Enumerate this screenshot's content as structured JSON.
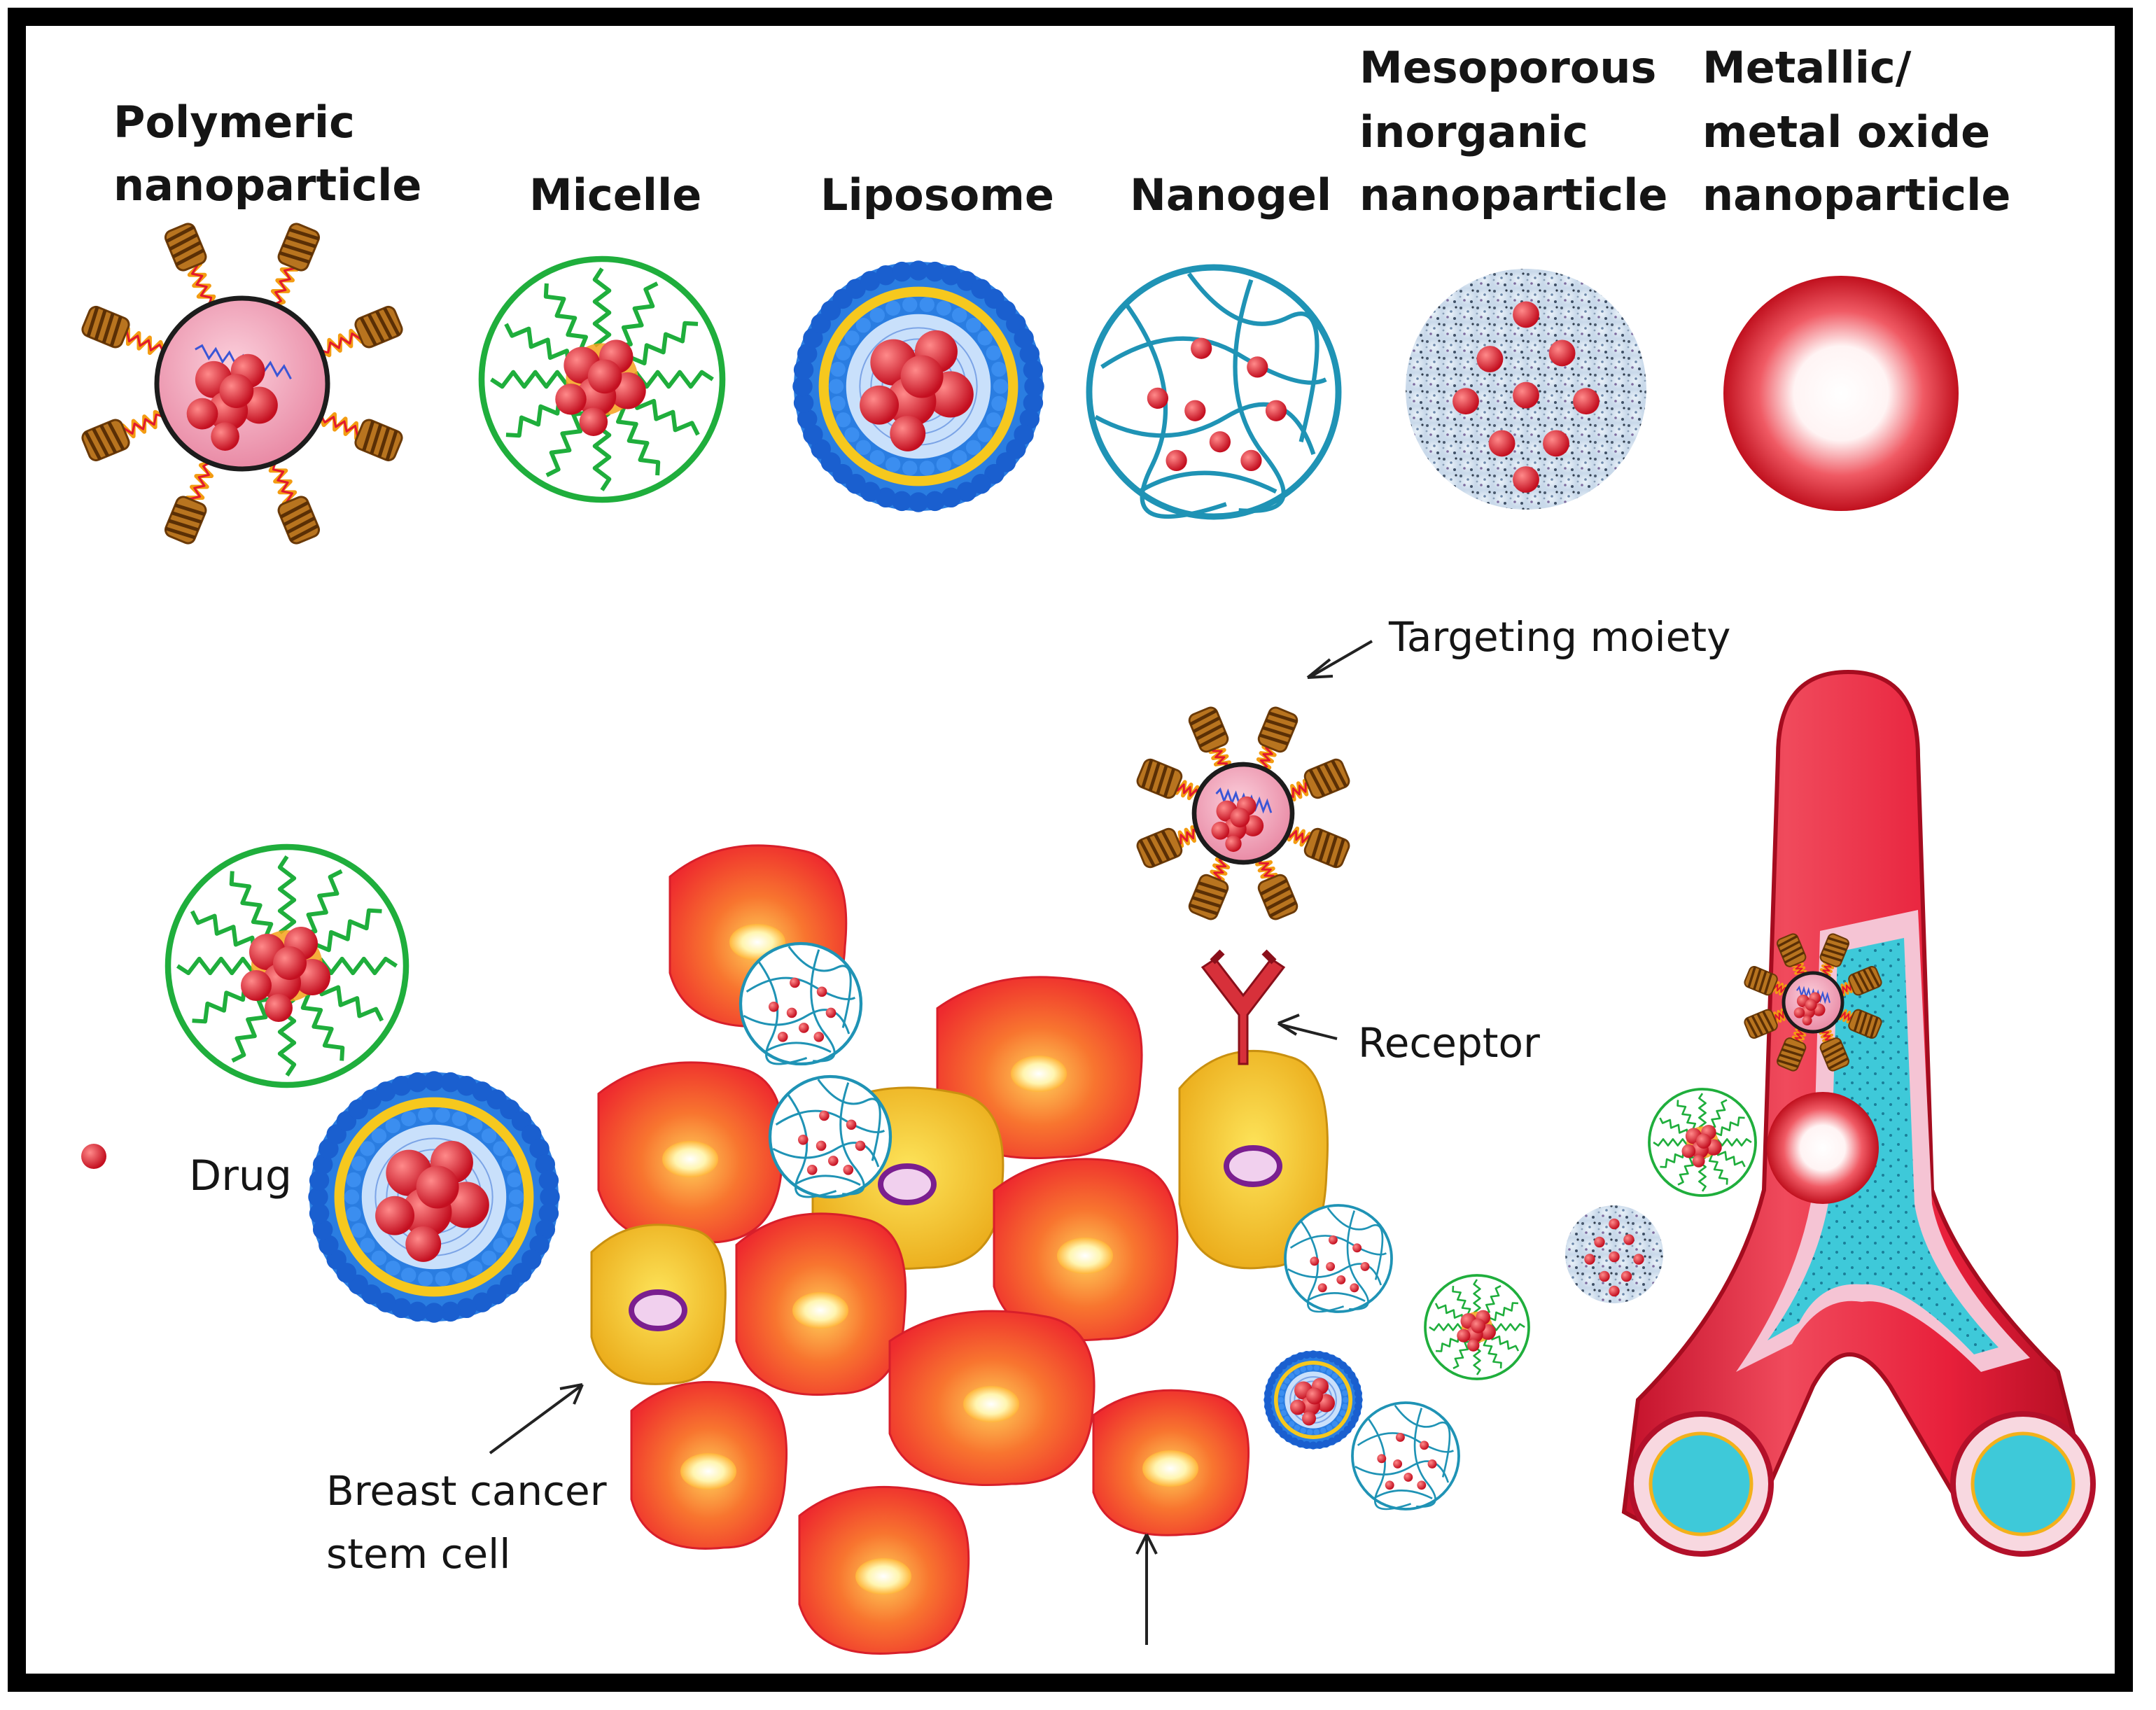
{
  "labels": {
    "polymeric": [
      "Polymeric",
      "nanoparticle"
    ],
    "micelle": "Micelle",
    "liposome": "Liposome",
    "nanogel": "Nanogel",
    "mesoporous": [
      "Mesoporous",
      "inorganic",
      "nanoparticle"
    ],
    "metallic": [
      "Metallic/",
      "metal oxide",
      "nanoparticle"
    ],
    "targeting": "Targeting moiety",
    "receptor": "Receptor",
    "drug": "Drug",
    "stem": [
      "Breast cancer",
      "stem cell"
    ]
  },
  "colors": {
    "frame": "#000000",
    "drug": "#e2172f",
    "micelle_green": "#1fae3c",
    "nanogel_blue": "#1f93b5",
    "liposome_blue": "#1a6fd8",
    "cell_red": "#f23a2c",
    "cell_yellow": "#f1c21a",
    "vessel_red": "#e8203b",
    "vessel_lumen": "#39c8d8",
    "coil_brown": "#9a5a12"
  },
  "icons": {
    "ligand": "coil-ligand-icon",
    "arrow": "arrow-icon",
    "drug": "drug-dot-icon",
    "receptor": "y-receptor-icon"
  }
}
